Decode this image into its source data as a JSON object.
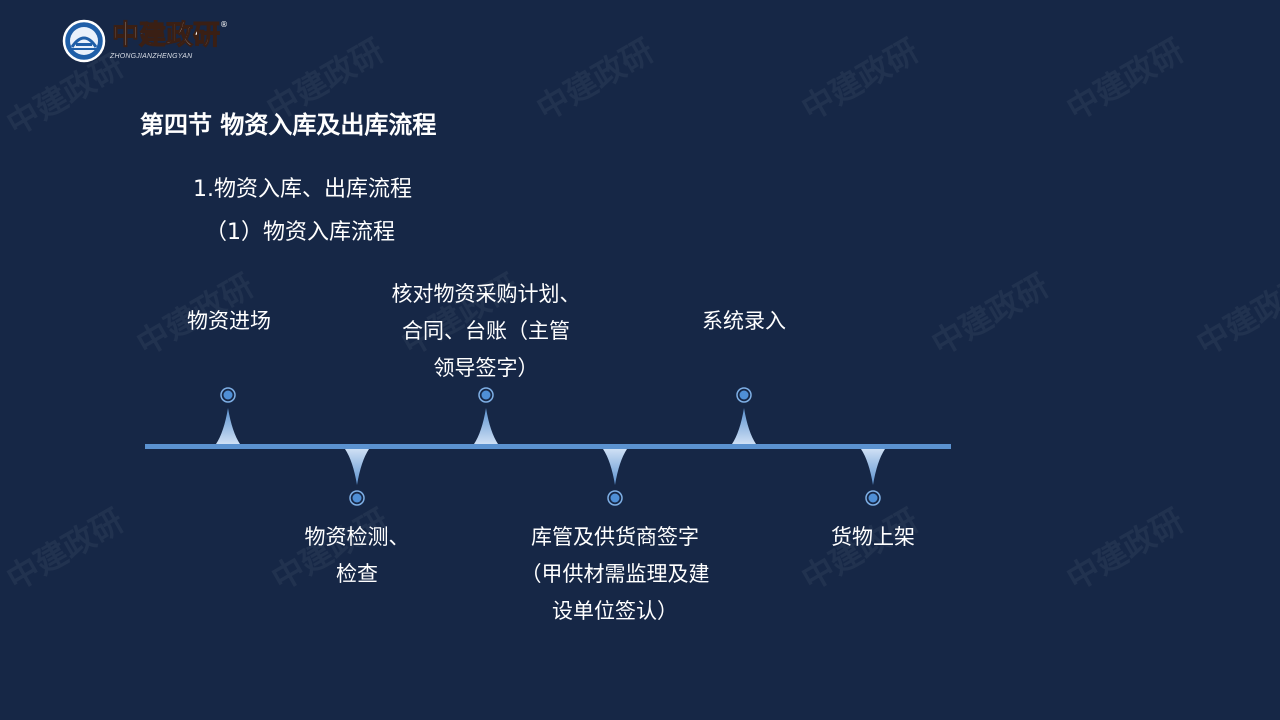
{
  "logo": {
    "text": "中建政研",
    "subtext": "ZHONGJIANZHENGYAN",
    "mark": "®"
  },
  "watermark": "中建政研",
  "section_title": "第四节 物资入库及出库流程",
  "subtitle_1": "1.物资入库、出库流程",
  "subtitle_2": "（1）物资入库流程",
  "steps": [
    {
      "label_lines": [
        "物资进场"
      ],
      "position": "above"
    },
    {
      "label_lines": [
        "物资检测、",
        "检查"
      ],
      "position": "below"
    },
    {
      "label_lines": [
        "核对物资采购计划、",
        "合同、台账（主管",
        "领导签字）"
      ],
      "position": "above"
    },
    {
      "label_lines": [
        "库管及供货商签字",
        "（甲供材需监理及建",
        "设单位签认）"
      ],
      "position": "below"
    },
    {
      "label_lines": [
        "系统录入"
      ],
      "position": "above"
    },
    {
      "label_lines": [
        "货物上架"
      ],
      "position": "below"
    }
  ],
  "colors": {
    "background": "#162746",
    "timeline": "#5b92d0",
    "node": "#4f8fd6",
    "text": "#ffffff"
  }
}
